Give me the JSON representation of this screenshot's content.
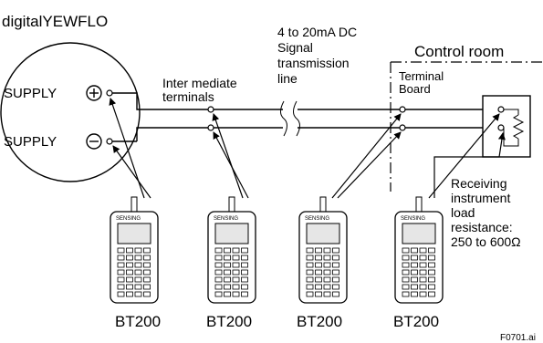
{
  "device_title": "digitalYEWFLO",
  "supply_plus": "SUPPLY",
  "supply_minus": "SUPPLY",
  "intermediate_terminals": [
    "Inter mediate",
    "terminals"
  ],
  "signal_line": [
    "4 to 20mA DC",
    "Signal",
    "transmission",
    "line"
  ],
  "control_room": "Control room",
  "terminal_board": [
    "Terminal",
    "Board"
  ],
  "receiving_instrument": [
    "Receiving",
    "instrument",
    "load",
    "resistance:",
    "250 to 600Ω"
  ],
  "handheld_labels": [
    "BT200",
    "BT200",
    "BT200",
    "BT200"
  ],
  "figure_id": "F0701.ai",
  "device_brand_mark": "SENSING"
}
